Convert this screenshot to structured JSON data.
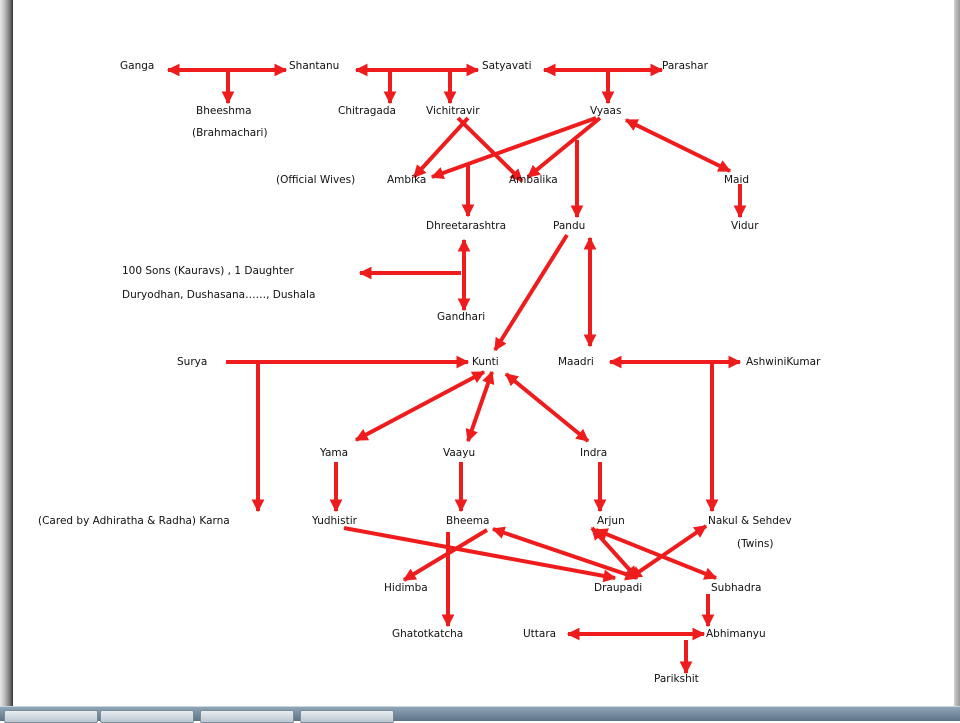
{
  "colors": {
    "arrow": "#ee1c1c",
    "text": "#111111",
    "background": "#ffffff"
  },
  "names": {
    "ganga": "Ganga",
    "shantanu": "Shantanu",
    "satyavati": "Satyavati",
    "parashar": "Parashar",
    "bheeshma": "Bheeshma",
    "brahmachari": "(Brahmachari)",
    "chitragada": "Chitragada",
    "vichitravir": "Vichitravir",
    "vyaas": "Vyaas",
    "official_wives": "(Official Wives)",
    "ambika": "Ambika",
    "ambalika": "Ambalika",
    "maid": "Maid",
    "dhreetarashtra": "Dhreetarashtra",
    "pandu": "Pandu",
    "vidur": "Vidur",
    "sons_line": "100 Sons (Kauravs) , 1 Daughter",
    "kauravas_line": "Duryodhan, Dushasana……, Dushala",
    "gandhari": "Gandhari",
    "surya": "Surya",
    "kunti": "Kunti",
    "maadri": "Maadri",
    "ashwinikumar": "AshwiniKumar",
    "yama": "Yama",
    "vaayu": "Vaayu",
    "indra": "Indra",
    "karna_line": "(Cared by Adhiratha & Radha) Karna",
    "yudhistir": "Yudhistir",
    "bheema": "Bheema",
    "arjun": "Arjun",
    "nakul_sehdev": "Nakul  & Sehdev",
    "twins": "(Twins)",
    "hidimba": "Hidimba",
    "draupadi": "Draupadi",
    "subhadra": "Subhadra",
    "ghatotkatcha": "Ghatotkatcha",
    "uttara": "Uttara",
    "abhimanyu": "Abhimanyu",
    "parikshit": "Parikshit"
  }
}
